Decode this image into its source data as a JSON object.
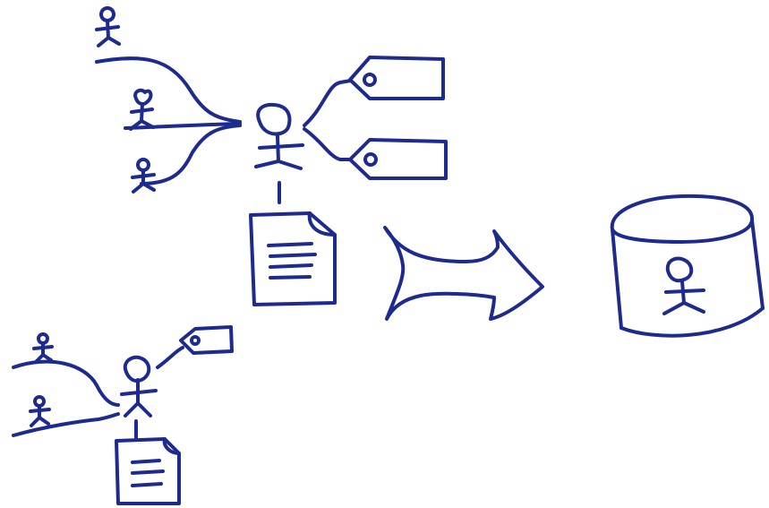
{
  "diagram": {
    "ink_color": "#1d2b8f",
    "background_color": "#ffffff",
    "elements": [
      {
        "id": "top-source-person-1",
        "kind": "stick-person"
      },
      {
        "id": "top-source-person-2",
        "kind": "stick-person"
      },
      {
        "id": "top-source-person-3",
        "kind": "stick-person"
      },
      {
        "id": "top-central-person",
        "kind": "stick-person"
      },
      {
        "id": "top-tag-1",
        "kind": "tag-icon"
      },
      {
        "id": "top-tag-2",
        "kind": "tag-icon"
      },
      {
        "id": "top-document",
        "kind": "document-icon"
      },
      {
        "id": "bottom-source-person-1",
        "kind": "stick-person"
      },
      {
        "id": "bottom-source-person-2",
        "kind": "stick-person"
      },
      {
        "id": "bottom-central-person",
        "kind": "stick-person"
      },
      {
        "id": "bottom-tag",
        "kind": "tag-icon"
      },
      {
        "id": "bottom-document",
        "kind": "document-icon"
      },
      {
        "id": "big-arrow",
        "kind": "arrow-icon"
      },
      {
        "id": "database",
        "kind": "database-icon"
      },
      {
        "id": "database-person",
        "kind": "stick-person"
      }
    ]
  }
}
